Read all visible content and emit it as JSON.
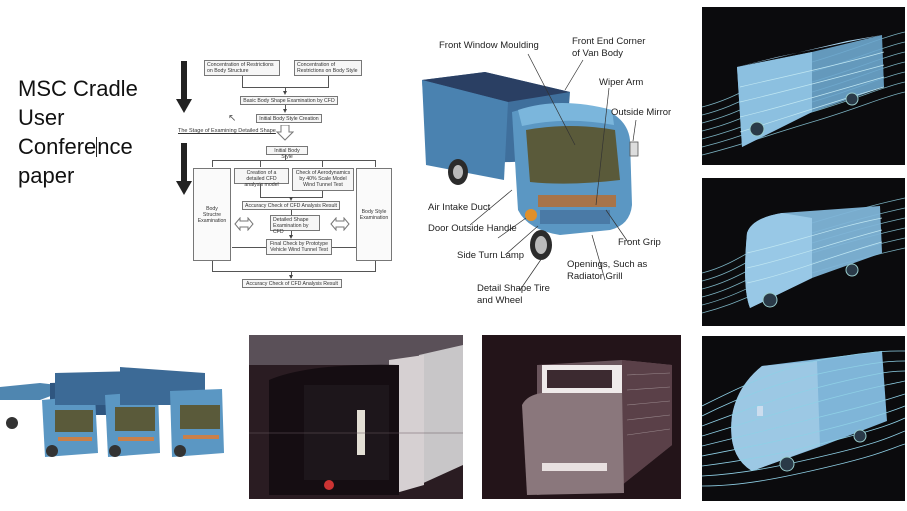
{
  "title": {
    "lines": [
      "MSC Cradle",
      "User",
      "Confere",
      "nce",
      "paper"
    ]
  },
  "flowchart": {
    "top_left_box": "Concentration of Restrictions on Body Structure",
    "top_right_box": "Concentration of Restrictions on Body Style",
    "basic_exam": "Basic Body Shape Examination by CFD",
    "initial_creation": "Initial Body Style Creation",
    "stage_label": "The Stage of Examining Detailed Shape",
    "initial_style": "Initial Body Style",
    "left_side": "Body Structre Examination",
    "right_side": "Body Style Examination",
    "cfd_model": "Creation of a detailed CFD analysis model",
    "wind_tunnel_40": "Check of Aerodynamics by 40% Scale Model Wind Tunnel Test",
    "accuracy_check_1": "Accuracy Check of CFD Analysis Result",
    "detailed_shape": "Detailed Shape Examination by CFD",
    "final_check": "Final Check by Prototype Vehicle Wind Tunnel Test",
    "accuracy_check_2": "Accuracy Check of CFD Analysis Result"
  },
  "truck_diagram": {
    "labels": {
      "front_window_moulding": "Front Window Moulding",
      "front_end_corner_1": "Front End Corner",
      "front_end_corner_2": "of Van Body",
      "wiper_arm": "Wiper Arm",
      "outside_mirror": "Outside Mirror",
      "air_intake_duct": "Air Intake Duct",
      "door_outside_handle": "Door Outside Handle",
      "side_turn_lamp": "Side Turn Lamp",
      "front_grip": "Front Grip",
      "openings_1": "Openings, Such as",
      "openings_2": "Radiator Grill",
      "tire_1": "Detail Shape Tire",
      "tire_2": "and Wheel"
    }
  },
  "colors": {
    "truck_blue": "#4f86b0",
    "truck_dark": "#2d4f73",
    "cfd_body": "#7fb5d8",
    "streamline": "#9fd6e8",
    "photo_dark": "#2a1a20"
  },
  "images": {
    "cfd_panels": [
      "cfd-streamline-box-van",
      "cfd-streamline-rounded-van",
      "cfd-streamline-truck-detailed"
    ],
    "bottom": [
      "truck-models-lineup",
      "wind-tunnel-photo-1",
      "wind-tunnel-photo-2"
    ]
  }
}
